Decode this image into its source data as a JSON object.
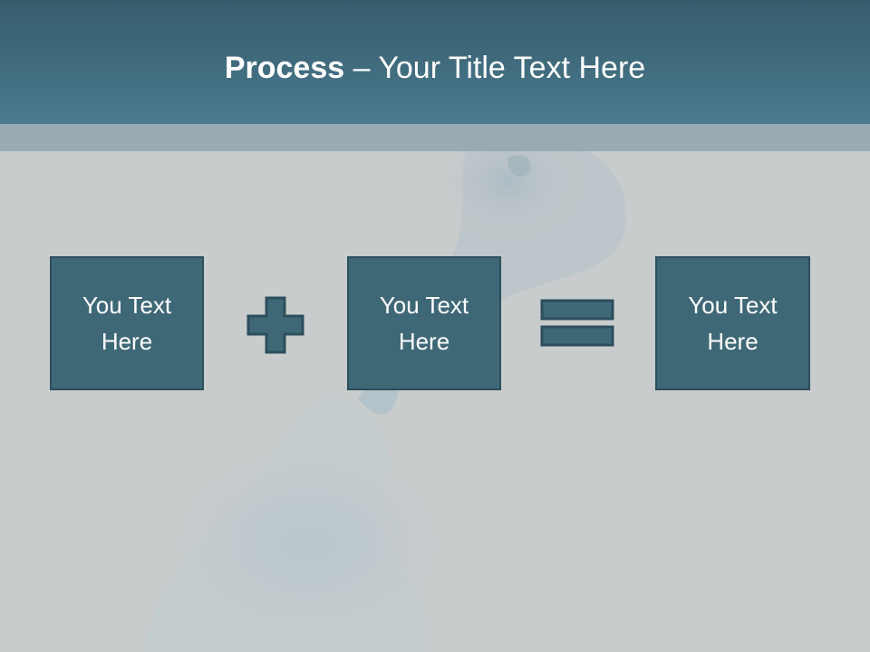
{
  "title": {
    "bold": "Process",
    "rest": " – Your Title Text Here"
  },
  "boxes": [
    {
      "line1": "You Text",
      "line2": "Here"
    },
    {
      "line1": "You Text",
      "line2": "Here"
    },
    {
      "line1": "You Text",
      "line2": "Here"
    }
  ],
  "icons": {
    "plus": "plus-icon",
    "equals": "equals-icon"
  },
  "colors": {
    "title_bar": "#41707f",
    "box_fill": "#3f6877",
    "box_border": "#2d4e5b",
    "background": "#c8cccd",
    "text": "#ffffff"
  }
}
